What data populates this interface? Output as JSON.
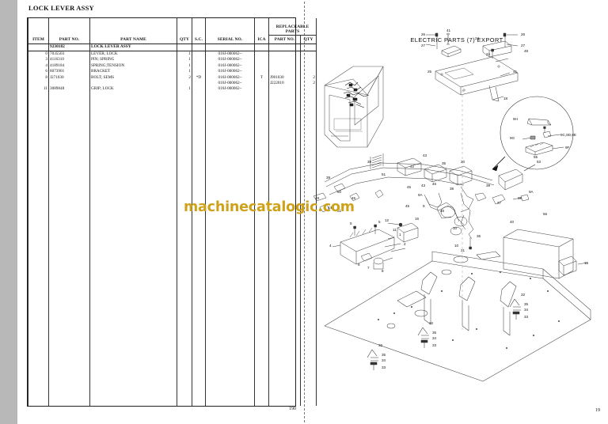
{
  "document": {
    "left_page_title": "LOCK LEVER ASSY",
    "left_page_number": "190",
    "right_page_number": "19",
    "watermark": "machinecatalogic.com",
    "accent_color": "#cfa21c"
  },
  "table": {
    "headers": {
      "item": "ITEM",
      "part_no": "PART NO.",
      "part_name": "PART NAME",
      "qty": "QTY",
      "sc": "S.C.",
      "serial_no": "SERIAL NO.",
      "ica": "ICA",
      "replaceable_parts": "REPLACEABLE PARTS",
      "rp_part_no": "PART NO.",
      "rp_qty": "QTY"
    },
    "assembly": {
      "part_no": "9230182",
      "part_name": "LOCK LEVER ASSY"
    },
    "rows": [
      {
        "item": "0",
        "part_no": "7035503",
        "part_name": "LEVER; LOCK",
        "qty": "1",
        "sc": "",
        "serial_no": "016J-000062~",
        "ica": "",
        "rp_part_no": "",
        "rp_qty": ""
      },
      {
        "item": "3",
        "part_no": "4116310",
        "part_name": "PIN; SPRING",
        "qty": "1",
        "sc": "",
        "serial_no": "016J-000062~",
        "ica": "",
        "rp_part_no": "",
        "rp_qty": ""
      },
      {
        "item": "4",
        "part_no": "4189184",
        "part_name": "SPRING;TENSION",
        "qty": "1",
        "sc": "",
        "serial_no": "016J-000062~",
        "ica": "",
        "rp_part_no": "",
        "rp_qty": ""
      },
      {
        "item": "6",
        "part_no": "8073901",
        "part_name": "BRACKET",
        "qty": "1",
        "sc": "",
        "serial_no": "016J-000062~",
        "ica": "",
        "rp_part_no": "",
        "rp_qty": ""
      },
      {
        "item": "8",
        "part_no": "J271030",
        "part_name": "BOLT; SEMS",
        "qty": "2",
        "sc": "*D",
        "serial_no": "016J-000062~",
        "ica": "T",
        "rp_part_no": "J901030",
        "rp_qty": "2"
      },
      {
        "item": "",
        "part_no": "",
        "part_name": "",
        "qty": "",
        "sc": "",
        "serial_no": "016J-000062~",
        "ica": "",
        "rp_part_no": "J222010",
        "rp_qty": "2"
      },
      {
        "item": "11",
        "part_no": "3089848",
        "part_name": "GRIP; LOCK",
        "qty": "1",
        "sc": "",
        "serial_no": "016J-000062~",
        "ica": "",
        "rp_part_no": "",
        "rp_qty": ""
      }
    ]
  },
  "diagram": {
    "title": "ELECTRIC PARTS (7) EXPORT",
    "detail_callout_labels": [
      "9H",
      "9G",
      "9C,9D,9E",
      "9F"
    ],
    "callouts": [
      "41",
      "26",
      "27",
      "24",
      "26",
      "27",
      "24",
      "41",
      "25",
      "48",
      "18",
      "53",
      "51",
      "39",
      "43",
      "35",
      "20",
      "43",
      "46",
      "45",
      "39",
      "9A",
      "9",
      "45",
      "46",
      "38",
      "39",
      "37",
      "9A",
      "39",
      "56",
      "40",
      "36",
      "10",
      "10",
      "21",
      "16",
      "12",
      "11",
      "5",
      "5",
      "1",
      "4",
      "2",
      "6",
      "7",
      "8",
      "15",
      "32",
      "35",
      "34",
      "33",
      "32",
      "35",
      "34",
      "33",
      "32",
      "35",
      "34",
      "33",
      "51",
      "49",
      "50",
      "45",
      "44",
      "55",
      "42"
    ]
  }
}
